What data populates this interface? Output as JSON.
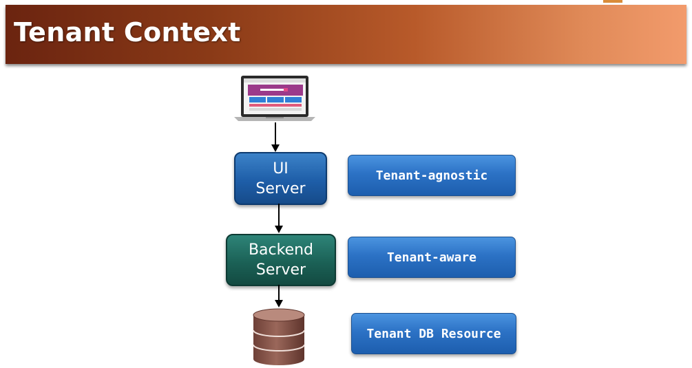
{
  "header": {
    "title": "Tenant Context"
  },
  "diagram": {
    "client": {
      "icon": "laptop-icon"
    },
    "nodes": {
      "ui_server": {
        "line1": "UI",
        "line2": "Server"
      },
      "backend_server": {
        "line1": "Backend",
        "line2": "Server"
      },
      "database": {
        "icon": "database-icon"
      }
    },
    "tags": {
      "ui_server": "Tenant-agnostic",
      "backend_server": "Tenant-aware",
      "database": "Tenant DB Resource"
    }
  },
  "colors": {
    "title_bar_start": "#6b2410",
    "title_bar_end": "#f29b6c",
    "ui_server": "#1e5ea8",
    "backend_server": "#1b6156",
    "tag": "#2c72c5",
    "database": "#8a5a4e"
  }
}
